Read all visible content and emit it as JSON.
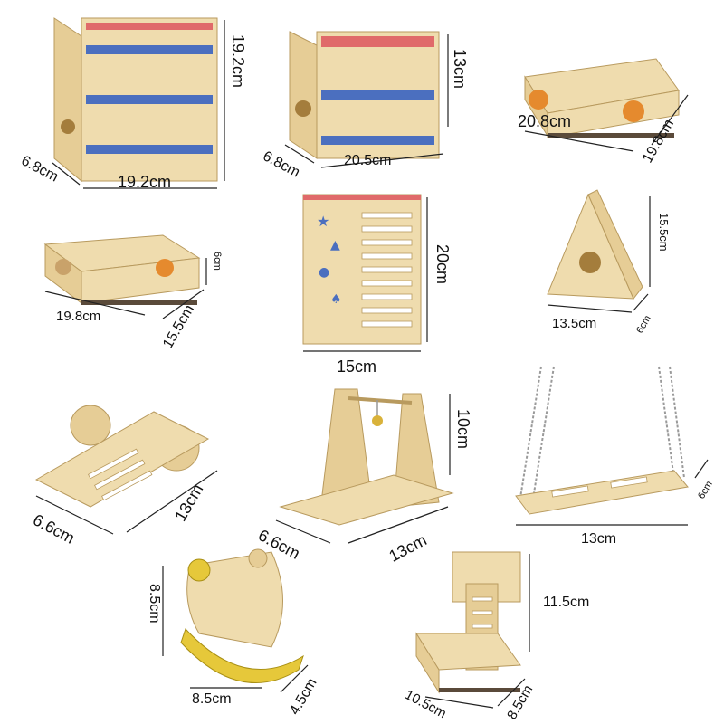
{
  "products": [
    {
      "name": "three-tier-hideout",
      "labels": {
        "height": "19.2cm",
        "depth": "6.8cm",
        "width": "19.2cm"
      }
    },
    {
      "name": "two-tier-hideout",
      "labels": {
        "height": "13cm",
        "depth": "6.8cm",
        "width": "20.5cm"
      }
    },
    {
      "name": "large-maze",
      "labels": {
        "width": "20.8cm",
        "depth": "19.8cm"
      }
    },
    {
      "name": "small-maze",
      "labels": {
        "width": "19.8cm",
        "depth": "15.5cm",
        "height": "6cm"
      }
    },
    {
      "name": "climbing-wall",
      "labels": {
        "height": "20cm",
        "width": "15cm"
      }
    },
    {
      "name": "a-frame-house",
      "labels": {
        "height": "15.5cm",
        "width": "13.5cm",
        "depth": "6cm"
      }
    },
    {
      "name": "seesaw",
      "labels": {
        "width": "6.6cm",
        "length": "13cm"
      }
    },
    {
      "name": "bell-stand",
      "labels": {
        "height": "10cm",
        "width": "6.6cm",
        "length": "13cm"
      }
    },
    {
      "name": "hanging-swing",
      "labels": {
        "length": "13cm",
        "depth": "6cm"
      }
    },
    {
      "name": "rocking-boat",
      "labels": {
        "height": "8.5cm",
        "width": "8.5cm",
        "depth": "4.5cm"
      }
    },
    {
      "name": "ladder-platform",
      "labels": {
        "height": "11.5cm",
        "width": "10.5cm",
        "depth": "8.5cm"
      }
    }
  ],
  "colors": {
    "wood": "#efdcae",
    "blue": "#4b6fbf",
    "pink": "#e06a6a",
    "yellow": "#e6c83a"
  }
}
